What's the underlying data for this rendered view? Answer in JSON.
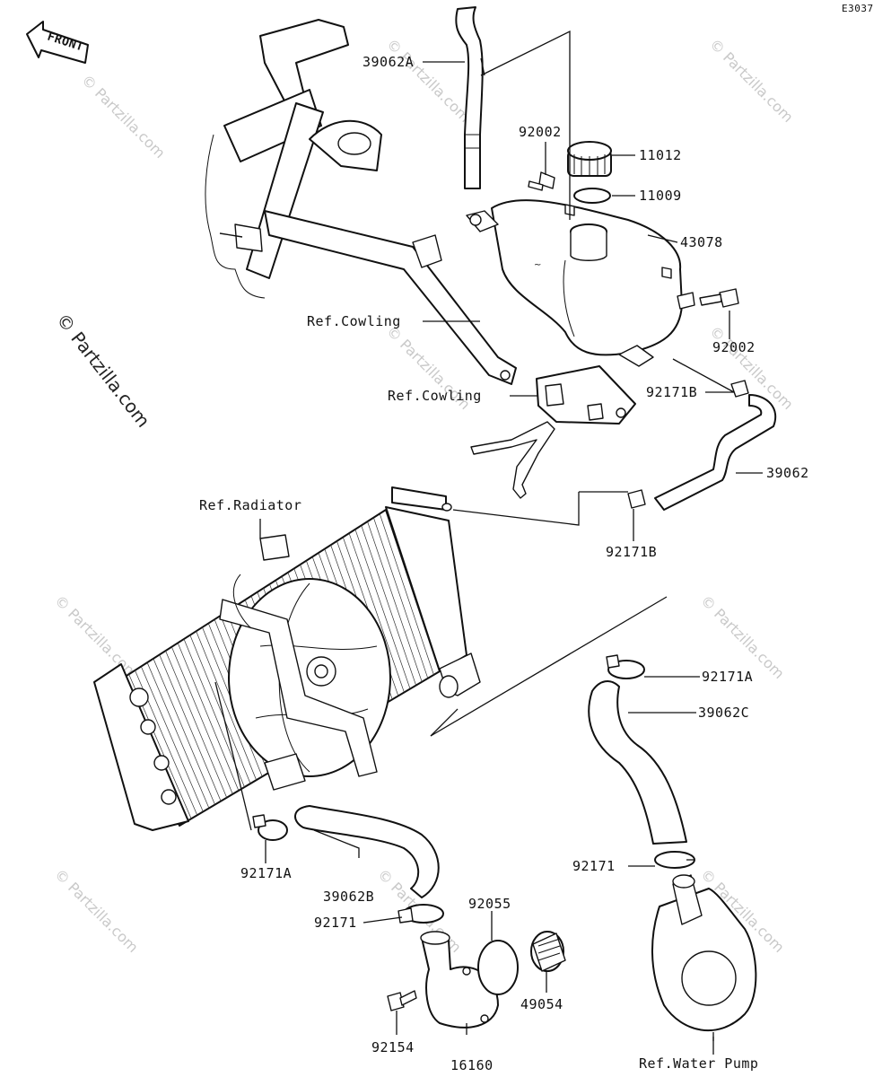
{
  "diagram": {
    "code": "E3037",
    "front_label": "FRONT",
    "watermark": "© Partzilla.com",
    "callouts": {
      "hose_top": "39062A",
      "bolt_top": "92002",
      "cap": "11012",
      "gasket": "11009",
      "reservoir": "43078",
      "ref_cowling_1": "Ref.Cowling",
      "bolt_right": "92002",
      "ref_cowling_2": "Ref.Cowling",
      "clamp_b_1": "92171B",
      "hose_mid": "39062",
      "ref_radiator": "Ref.Radiator",
      "clamp_b_2": "92171B",
      "clamp_a_right": "92171A",
      "hose_c": "39062C",
      "clamp_a_left": "92171A",
      "hose_b": "39062B",
      "clamp_right": "92171",
      "clamp_left": "92171",
      "oring": "92055",
      "thermostat": "49054",
      "bolt_bottom": "92154",
      "thermostat_housing": "16160",
      "ref_water_pump": "Ref.Water Pump"
    }
  }
}
